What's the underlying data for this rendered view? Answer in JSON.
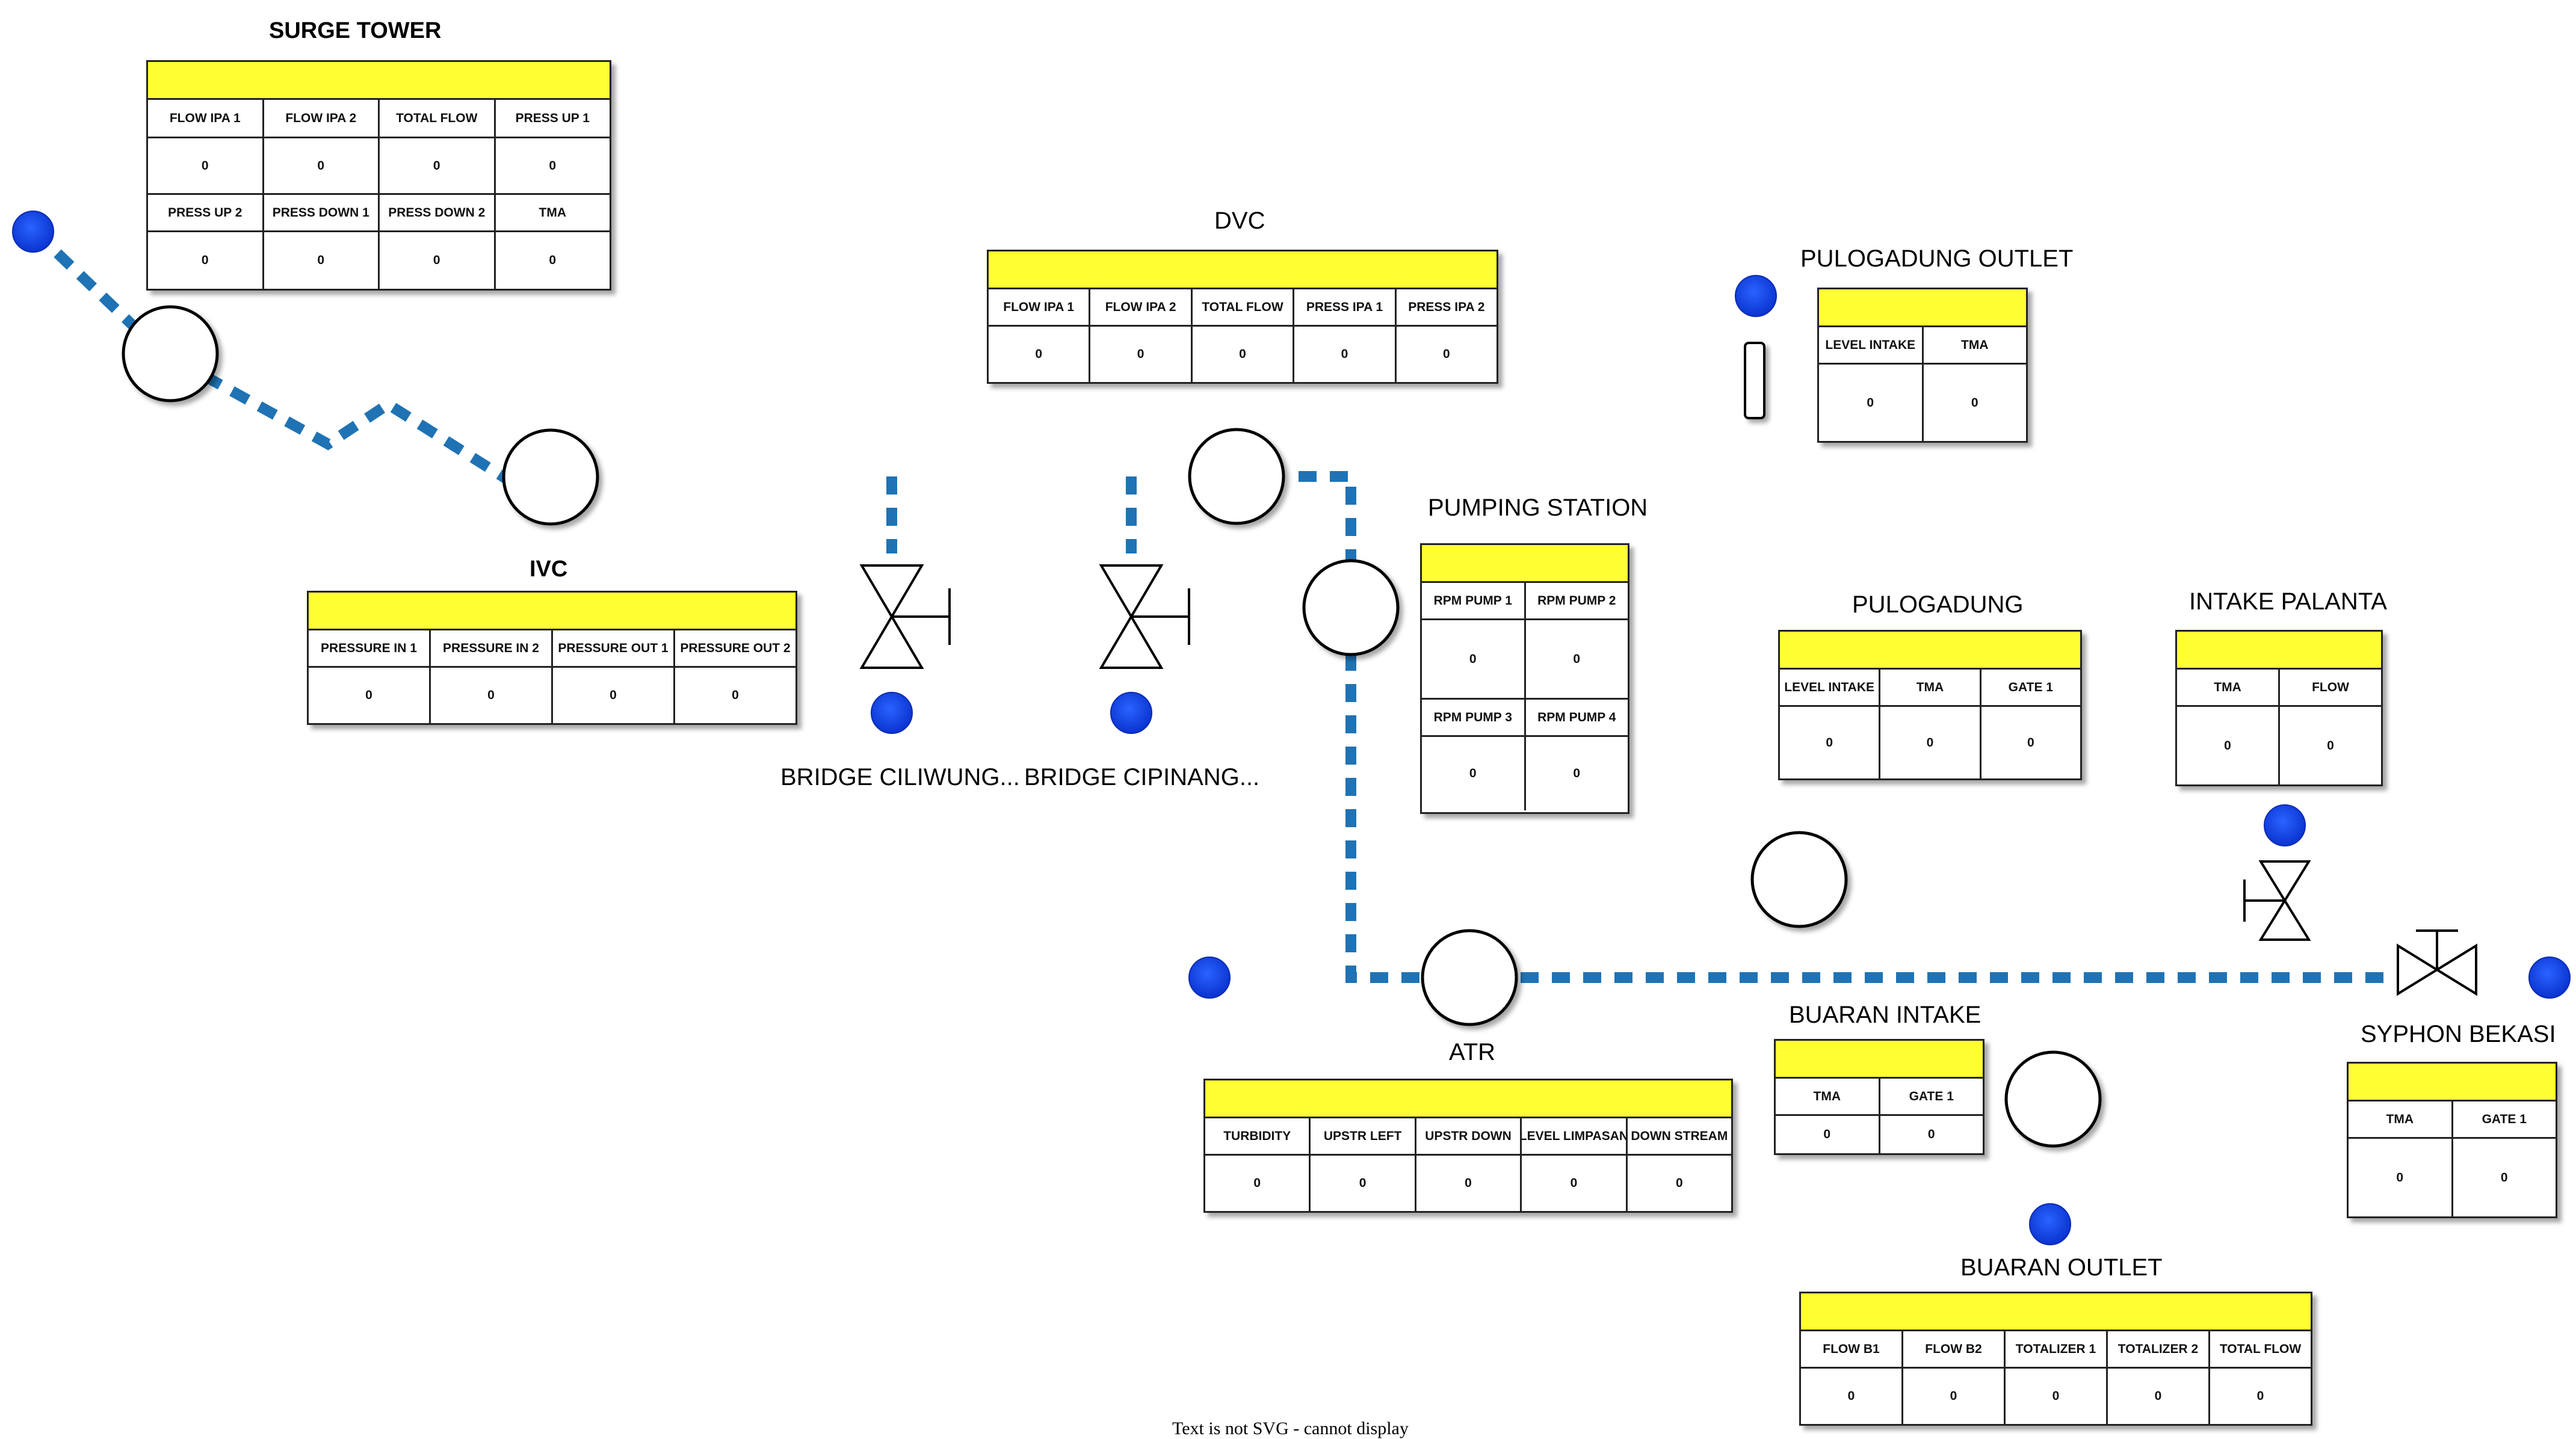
{
  "labels": {
    "surge_tower": "SURGE TOWER",
    "ivc": "IVC",
    "dvc": "DVC",
    "pulogadung_outlet": "PULOGADUNG OUTLET",
    "pumping_station": "PUMPING STATION",
    "pulogadung": "PULOGADUNG",
    "intake_palanta": "INTAKE PALANTA",
    "bridge_ciliwung": "BRIDGE CILIWUNG...",
    "bridge_cipinang": "BRIDGE CIPINANG...",
    "atr": "ATR",
    "buaran_intake": "BUARAN INTAKE",
    "syphon_bekasi": "SYPHON BEKASI",
    "buaran_outlet": "BUARAN OUTLET",
    "footer": "Text is not SVG - cannot display"
  },
  "panels": {
    "surge_tower": {
      "rows": [
        {
          "labels": [
            "FLOW IPA 1",
            "FLOW IPA 2",
            "TOTAL FLOW",
            "PRESS UP 1"
          ],
          "values": [
            "0",
            "0",
            "0",
            "0"
          ]
        },
        {
          "labels": [
            "PRESS UP 2",
            "PRESS DOWN 1",
            "PRESS DOWN 2",
            "TMA"
          ],
          "values": [
            "0",
            "0",
            "0",
            "0"
          ]
        }
      ]
    },
    "ivc": {
      "rows": [
        {
          "labels": [
            "PRESSURE IN 1",
            "PRESSURE IN 2",
            "PRESSURE OUT 1",
            "PRESSURE OUT 2"
          ],
          "values": [
            "0",
            "0",
            "0",
            "0"
          ]
        }
      ]
    },
    "dvc": {
      "rows": [
        {
          "labels": [
            "FLOW IPA 1",
            "FLOW IPA 2",
            "TOTAL FLOW",
            "PRESS IPA 1",
            "PRESS IPA 2"
          ],
          "values": [
            "0",
            "0",
            "0",
            "0",
            "0"
          ]
        }
      ]
    },
    "pulogadung_outlet": {
      "rows": [
        {
          "labels": [
            "LEVEL INTAKE",
            "TMA"
          ],
          "values": [
            "0",
            "0"
          ]
        }
      ]
    },
    "pumping_station": {
      "rows": [
        {
          "labels": [
            "RPM PUMP 1",
            "RPM PUMP 2"
          ],
          "values": [
            "0",
            "0"
          ]
        },
        {
          "labels": [
            "RPM PUMP 3",
            "RPM PUMP 4"
          ],
          "values": [
            "0",
            "0"
          ]
        }
      ]
    },
    "pulogadung": {
      "rows": [
        {
          "labels": [
            "LEVEL INTAKE",
            "TMA",
            "GATE 1"
          ],
          "values": [
            "0",
            "0",
            "0"
          ]
        }
      ]
    },
    "intake_palanta": {
      "rows": [
        {
          "labels": [
            "TMA",
            "FLOW"
          ],
          "values": [
            "0",
            "0"
          ]
        }
      ]
    },
    "atr": {
      "rows": [
        {
          "labels": [
            "TURBIDITY",
            "UPSTR LEFT",
            "UPSTR DOWN",
            "LEVEL LIMPASAN",
            "DOWN STREAM"
          ],
          "values": [
            "0",
            "0",
            "0",
            "0",
            "0"
          ]
        }
      ]
    },
    "buaran_intake": {
      "rows": [
        {
          "labels": [
            "TMA",
            "GATE 1"
          ],
          "values": [
            "0",
            "0"
          ]
        }
      ]
    },
    "syphon_bekasi": {
      "rows": [
        {
          "labels": [
            "TMA",
            "GATE 1"
          ],
          "values": [
            "0",
            "0"
          ]
        }
      ]
    },
    "buaran_outlet": {
      "rows": [
        {
          "labels": [
            "FLOW B1",
            "FLOW B2",
            "TOTALIZER 1",
            "TOTALIZER 2",
            "TOTAL FLOW"
          ],
          "values": [
            "0",
            "0",
            "0",
            "0",
            "0"
          ]
        }
      ]
    }
  },
  "colors": {
    "panel_header": "#ffff33",
    "pipe": "#1f73b4",
    "status_dot": "#0a3fe0"
  }
}
